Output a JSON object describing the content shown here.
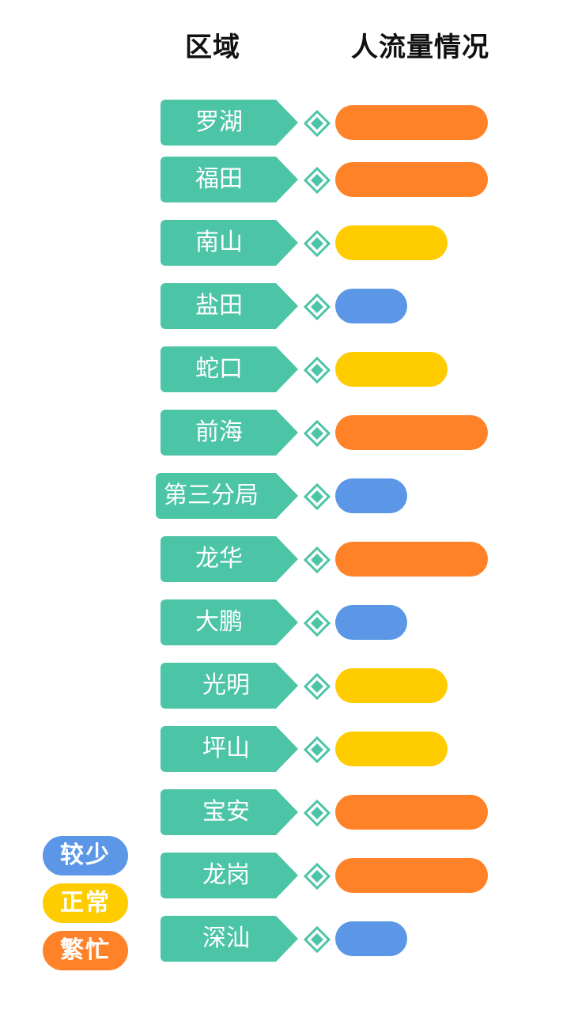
{
  "headers": {
    "region": "区域",
    "traffic": "人流量情况"
  },
  "colors": {
    "tag": "#4cc4a6",
    "diamond": "#4cc4a6",
    "low": "#5b97e6",
    "normal": "#ffcc00",
    "busy": "#ff8228"
  },
  "legend": {
    "low": "较少",
    "normal": "正常",
    "busy": "繁忙"
  },
  "chart_data": {
    "type": "bar",
    "title": "",
    "level_scale": {
      "low": 1,
      "normal": 2,
      "busy": 3
    },
    "categories": [
      "罗湖",
      "福田",
      "南山",
      "盐田",
      "蛇口",
      "前海",
      "第三分局",
      "龙华",
      "大鹏",
      "光明",
      "坪山",
      "宝安",
      "龙岗",
      "深汕"
    ],
    "levels": [
      "busy",
      "busy",
      "normal",
      "low",
      "normal",
      "busy",
      "low",
      "busy",
      "low",
      "normal",
      "normal",
      "busy",
      "busy",
      "low"
    ],
    "values": [
      3,
      3,
      2,
      1,
      2,
      3,
      1,
      3,
      1,
      2,
      2,
      3,
      3,
      1
    ]
  }
}
